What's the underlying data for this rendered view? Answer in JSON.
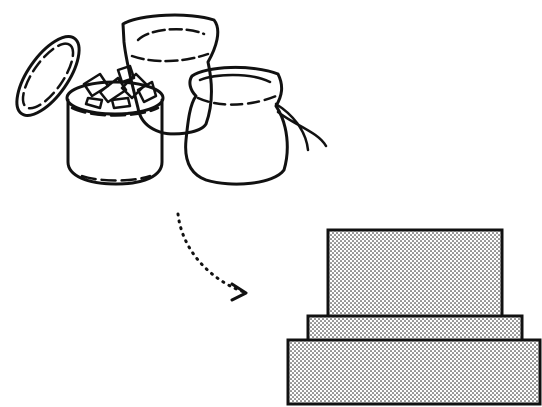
{
  "scene": {
    "background_color": "#ffffff",
    "ink_color": "#111111",
    "fill_color": "#ffffff",
    "pattern": "stipple-dots",
    "source_group": {
      "items": [
        "open-canister-with-scraps",
        "sack-back",
        "sack-front-with-drawstring"
      ]
    },
    "transition": {
      "icon": "dotted-curved-arrow-icon",
      "direction": "down-right"
    },
    "result_group": {
      "items": [
        "bottom-block",
        "middle-slab",
        "top-block"
      ],
      "texture": "dotted"
    }
  }
}
